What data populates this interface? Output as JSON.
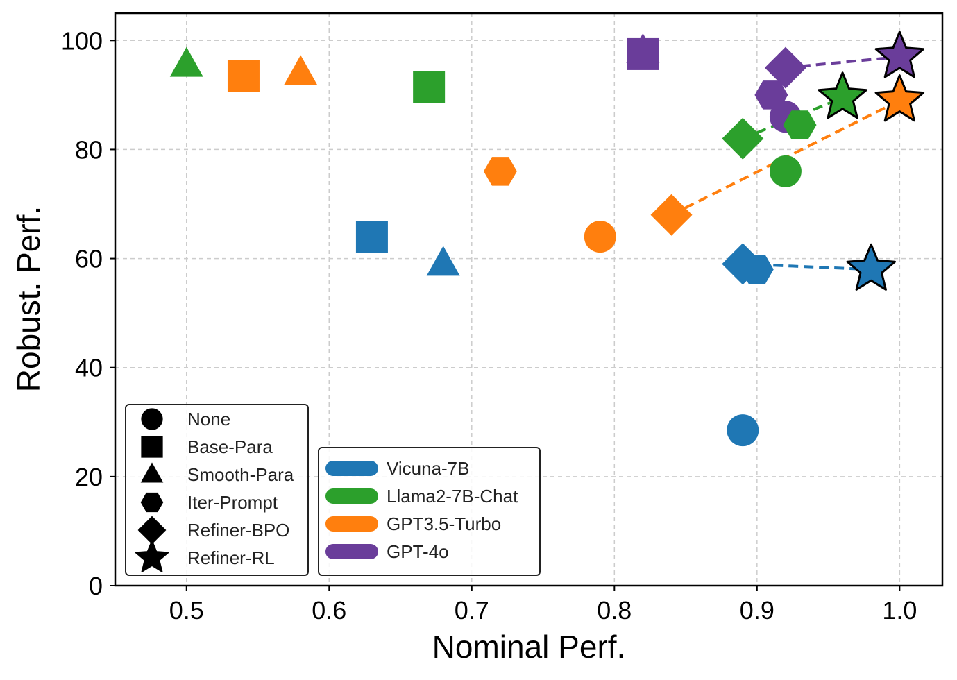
{
  "chart_data": {
    "type": "scatter",
    "title": "",
    "xlabel": "Nominal Perf.",
    "ylabel": "Robust. Perf.",
    "xlim": [
      0.45,
      1.03
    ],
    "ylim": [
      0,
      105
    ],
    "xticks": [
      0.5,
      0.6,
      0.7,
      0.8,
      0.9,
      1.0
    ],
    "xtick_labels": [
      "0.5",
      "0.6",
      "0.7",
      "0.8",
      "0.9",
      "1.0"
    ],
    "yticks": [
      0,
      20,
      40,
      60,
      80,
      100
    ],
    "ytick_labels": [
      "0",
      "20",
      "40",
      "60",
      "80",
      "100"
    ],
    "grid": true,
    "methods": [
      {
        "name": "None",
        "marker": "circle"
      },
      {
        "name": "Base-Para",
        "marker": "square"
      },
      {
        "name": "Smooth-Para",
        "marker": "triangle"
      },
      {
        "name": "Iter-Prompt",
        "marker": "hexagon"
      },
      {
        "name": "Refiner-BPO",
        "marker": "diamond"
      },
      {
        "name": "Refiner-RL",
        "marker": "star"
      }
    ],
    "series": [
      {
        "name": "Vicuna-7B",
        "color": "#1f77b4",
        "points": [
          {
            "method": "None",
            "x": 0.89,
            "y": 28.5
          },
          {
            "method": "Base-Para",
            "x": 0.63,
            "y": 64
          },
          {
            "method": "Smooth-Para",
            "x": 0.68,
            "y": 59
          },
          {
            "method": "Iter-Prompt",
            "x": 0.9,
            "y": 58
          },
          {
            "method": "Refiner-BPO",
            "x": 0.89,
            "y": 59
          },
          {
            "method": "Refiner-RL",
            "x": 0.98,
            "y": 58
          }
        ]
      },
      {
        "name": "Llama2-7B-Chat",
        "color": "#2ca02c",
        "points": [
          {
            "method": "None",
            "x": 0.92,
            "y": 76
          },
          {
            "method": "Base-Para",
            "x": 0.67,
            "y": 91.5
          },
          {
            "method": "Smooth-Para",
            "x": 0.5,
            "y": 95.5
          },
          {
            "method": "Iter-Prompt",
            "x": 0.93,
            "y": 84.5
          },
          {
            "method": "Refiner-BPO",
            "x": 0.89,
            "y": 82
          },
          {
            "method": "Refiner-RL",
            "x": 0.96,
            "y": 89.5
          }
        ]
      },
      {
        "name": "GPT3.5-Turbo",
        "color": "#ff7f0e",
        "points": [
          {
            "method": "None",
            "x": 0.79,
            "y": 64
          },
          {
            "method": "Base-Para",
            "x": 0.54,
            "y": 93.5
          },
          {
            "method": "Smooth-Para",
            "x": 0.58,
            "y": 94
          },
          {
            "method": "Iter-Prompt",
            "x": 0.72,
            "y": 76
          },
          {
            "method": "Refiner-BPO",
            "x": 0.84,
            "y": 68
          },
          {
            "method": "Refiner-RL",
            "x": 1.0,
            "y": 89
          }
        ]
      },
      {
        "name": "GPT-4o",
        "color": "#6a3d9a",
        "points": [
          {
            "method": "None",
            "x": 0.92,
            "y": 86
          },
          {
            "method": "Base-Para",
            "x": 0.82,
            "y": 97.5
          },
          {
            "method": "Smooth-Para",
            "x": 0.82,
            "y": 98
          },
          {
            "method": "Iter-Prompt",
            "x": 0.91,
            "y": 90
          },
          {
            "method": "Refiner-BPO",
            "x": 0.92,
            "y": 95
          },
          {
            "method": "Refiner-RL",
            "x": 1.0,
            "y": 97
          }
        ]
      }
    ],
    "connections": [
      {
        "series": "Vicuna-7B",
        "from": "Refiner-BPO",
        "to": "Refiner-RL"
      },
      {
        "series": "Llama2-7B-Chat",
        "from": "Refiner-BPO",
        "to": "Refiner-RL"
      },
      {
        "series": "GPT3.5-Turbo",
        "from": "Refiner-BPO",
        "to": "Refiner-RL"
      },
      {
        "series": "GPT-4o",
        "from": "Refiner-BPO",
        "to": "Refiner-RL"
      }
    ],
    "legend_markers_position": "lower-left",
    "legend_models_position": "lower-center"
  }
}
